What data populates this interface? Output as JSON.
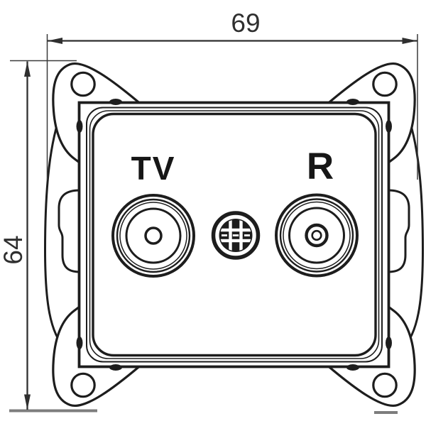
{
  "dims": {
    "width": "69",
    "height": "64"
  },
  "ports": {
    "tv": "TV",
    "r": "R"
  },
  "colors": {
    "line": "#1d1d1d",
    "dimension": "#2f2f2f",
    "datum_grey": "#7d7d7d",
    "background": "#ffffff"
  }
}
